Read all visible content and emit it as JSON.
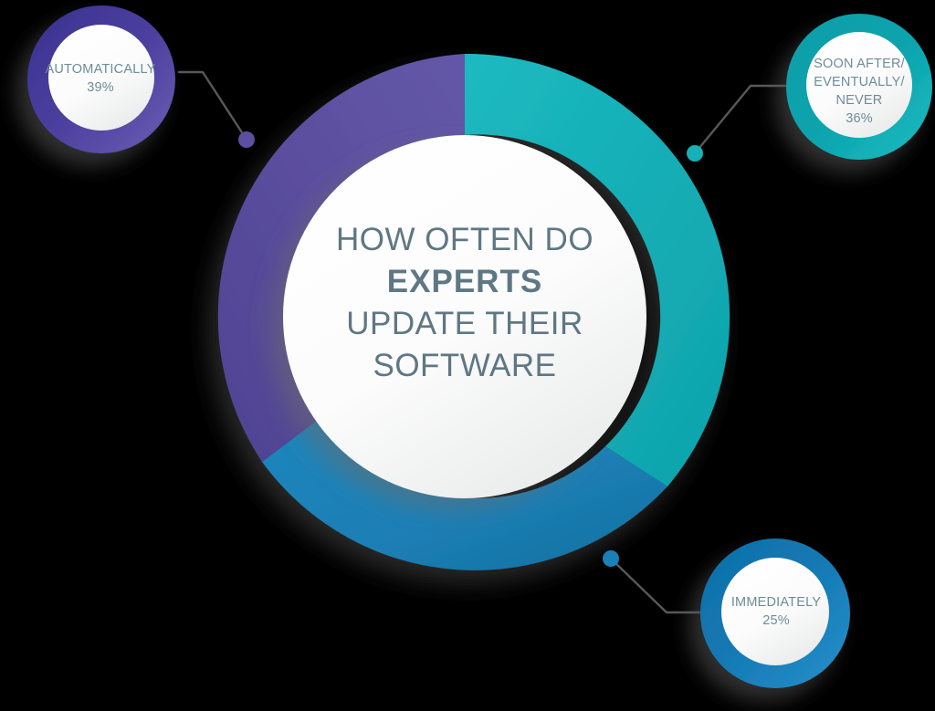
{
  "graphic": {
    "title_lines": [
      {
        "text": "HOW OFTEN DO",
        "bold": false
      },
      {
        "text": "EXPERTS",
        "bold": true
      },
      {
        "text": "UPDATE THEIR",
        "bold": false
      },
      {
        "text": "SOFTWARE",
        "bold": false
      }
    ],
    "title_plain": "HOW OFTEN DO EXPERTS UPDATE THEIR SOFTWARE",
    "background_color": "#000000",
    "title_color": "#5E7784",
    "label_color": "#6E8C9A"
  },
  "callouts": [
    {
      "id": "automatically",
      "label": "AUTOMATICALLY",
      "label_lines": [
        "AUTOMATICALLY"
      ],
      "percent_text": "39%",
      "percent_value": 39,
      "color": "#4B3F9A",
      "ring_color_light": "#6C5FB5",
      "dot_color": "#5C4FA0"
    },
    {
      "id": "soon-after-eventually-never",
      "label": "SOON AFTER/ EVENTUALLY/ NEVER",
      "label_lines": [
        "SOON AFTER/",
        "EVENTUALLY/",
        "NEVER"
      ],
      "percent_text": "36%",
      "percent_value": 36,
      "color": "#089AA5",
      "ring_color_light": "#1BB3BB",
      "dot_color": "#17B0B8"
    },
    {
      "id": "immediately",
      "label": "IMMEDIATELY",
      "label_lines": [
        "IMMEDIATELY"
      ],
      "percent_text": "25%",
      "percent_value": 25,
      "color": "#1273AC",
      "ring_color_light": "#2089C2",
      "dot_color": "#1B80B6"
    }
  ],
  "chart_data": {
    "type": "pie",
    "title": "HOW OFTEN DO EXPERTS UPDATE THEIR SOFTWARE",
    "subtitle": "",
    "xlabel": "",
    "ylabel": "",
    "donut": true,
    "inner_radius_ratio": 0.69,
    "start_angle_deg": 0,
    "direction": "clockwise",
    "legend_position": "callout-bubbles",
    "grid": false,
    "categories": [
      "SOON AFTER/ EVENTUALLY/ NEVER",
      "IMMEDIATELY",
      "AUTOMATICALLY"
    ],
    "values": [
      36,
      25,
      39
    ],
    "labels": [
      "36%",
      "25%",
      "39%"
    ],
    "colors": [
      "#17B0B8",
      "#1B7FB5",
      "#5C4F9F"
    ],
    "units": "percent",
    "total": 100
  }
}
